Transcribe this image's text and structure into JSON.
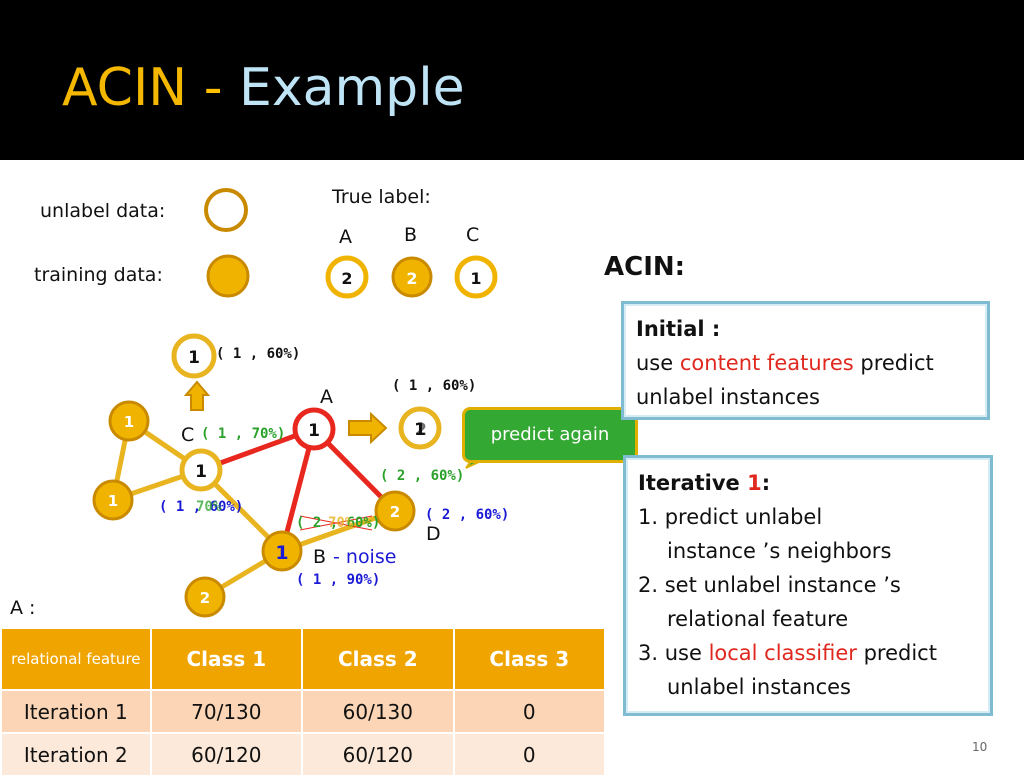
{
  "slide": {
    "title_main": "ACIN",
    "title_dash": " - ",
    "title_sub": "Example",
    "page_number": "10"
  },
  "legend": {
    "unlabel_label": "unlabel data:",
    "training_label": "training data:",
    "true_label_title": "True label:",
    "true_labels": [
      {
        "name": "A",
        "value": "2"
      },
      {
        "name": "B",
        "value": "2"
      },
      {
        "name": "C",
        "value": "1"
      }
    ]
  },
  "graph": {
    "node_values": {
      "top": "1",
      "left_top": "1",
      "left_mid": "1",
      "C": "1",
      "A": "1",
      "predicted": "1",
      "predicted_overlay": "2",
      "D": "2",
      "B": "1",
      "bottom": "2"
    },
    "labels": {
      "A": "A",
      "C": "C",
      "D": "D",
      "B": "B",
      "noise": "-  noise"
    },
    "annotations": {
      "top_node": "( 1 , 60%)",
      "predicted": "( 1 , 60%)",
      "C_node": "( 1 , 70%)",
      "A_D_edge": "( 2 , 60%)",
      "D_node": "( 2 , 60%)",
      "C_left": "( 1 , 60%)",
      "C_left_overlay": "70%",
      "mid_edge": "( 2 , 60%)",
      "mid_edge_overlay": "70%",
      "B_node": "( 1 , 90%)"
    },
    "callout": "predict again",
    "colors": {
      "gold": "#f0b400",
      "gold_dark": "#c98a00",
      "red_edge": "#e8281e",
      "gold_edge": "#e8b420"
    }
  },
  "acin": {
    "heading": "ACIN:",
    "initial": {
      "title": "Initial :",
      "line1_pre": "use ",
      "line1_red": "content features",
      "line1_post": " predict",
      "line2": "unlabel instances"
    },
    "iterative": {
      "title_pre": "Iterative ",
      "title_num": "1",
      "title_post": ":",
      "step1_a": "1. predict unlabel",
      "step1_b": "instance ’s neighbors",
      "step2_a": "2. set unlabel instance ’s",
      "step2_b": "relational feature",
      "step3_pre": "3. use ",
      "step3_red": "local classifier",
      "step3_post": " predict",
      "step3_b": "unlabel instances"
    }
  },
  "table": {
    "caption": "A :",
    "header": [
      "relational feature",
      "Class 1",
      "Class 2",
      "Class 3"
    ],
    "rows": [
      [
        "Iteration 1",
        "70/130",
        "60/130",
        "0"
      ],
      [
        "Iteration 2",
        "60/120",
        "60/120",
        "0"
      ]
    ]
  }
}
